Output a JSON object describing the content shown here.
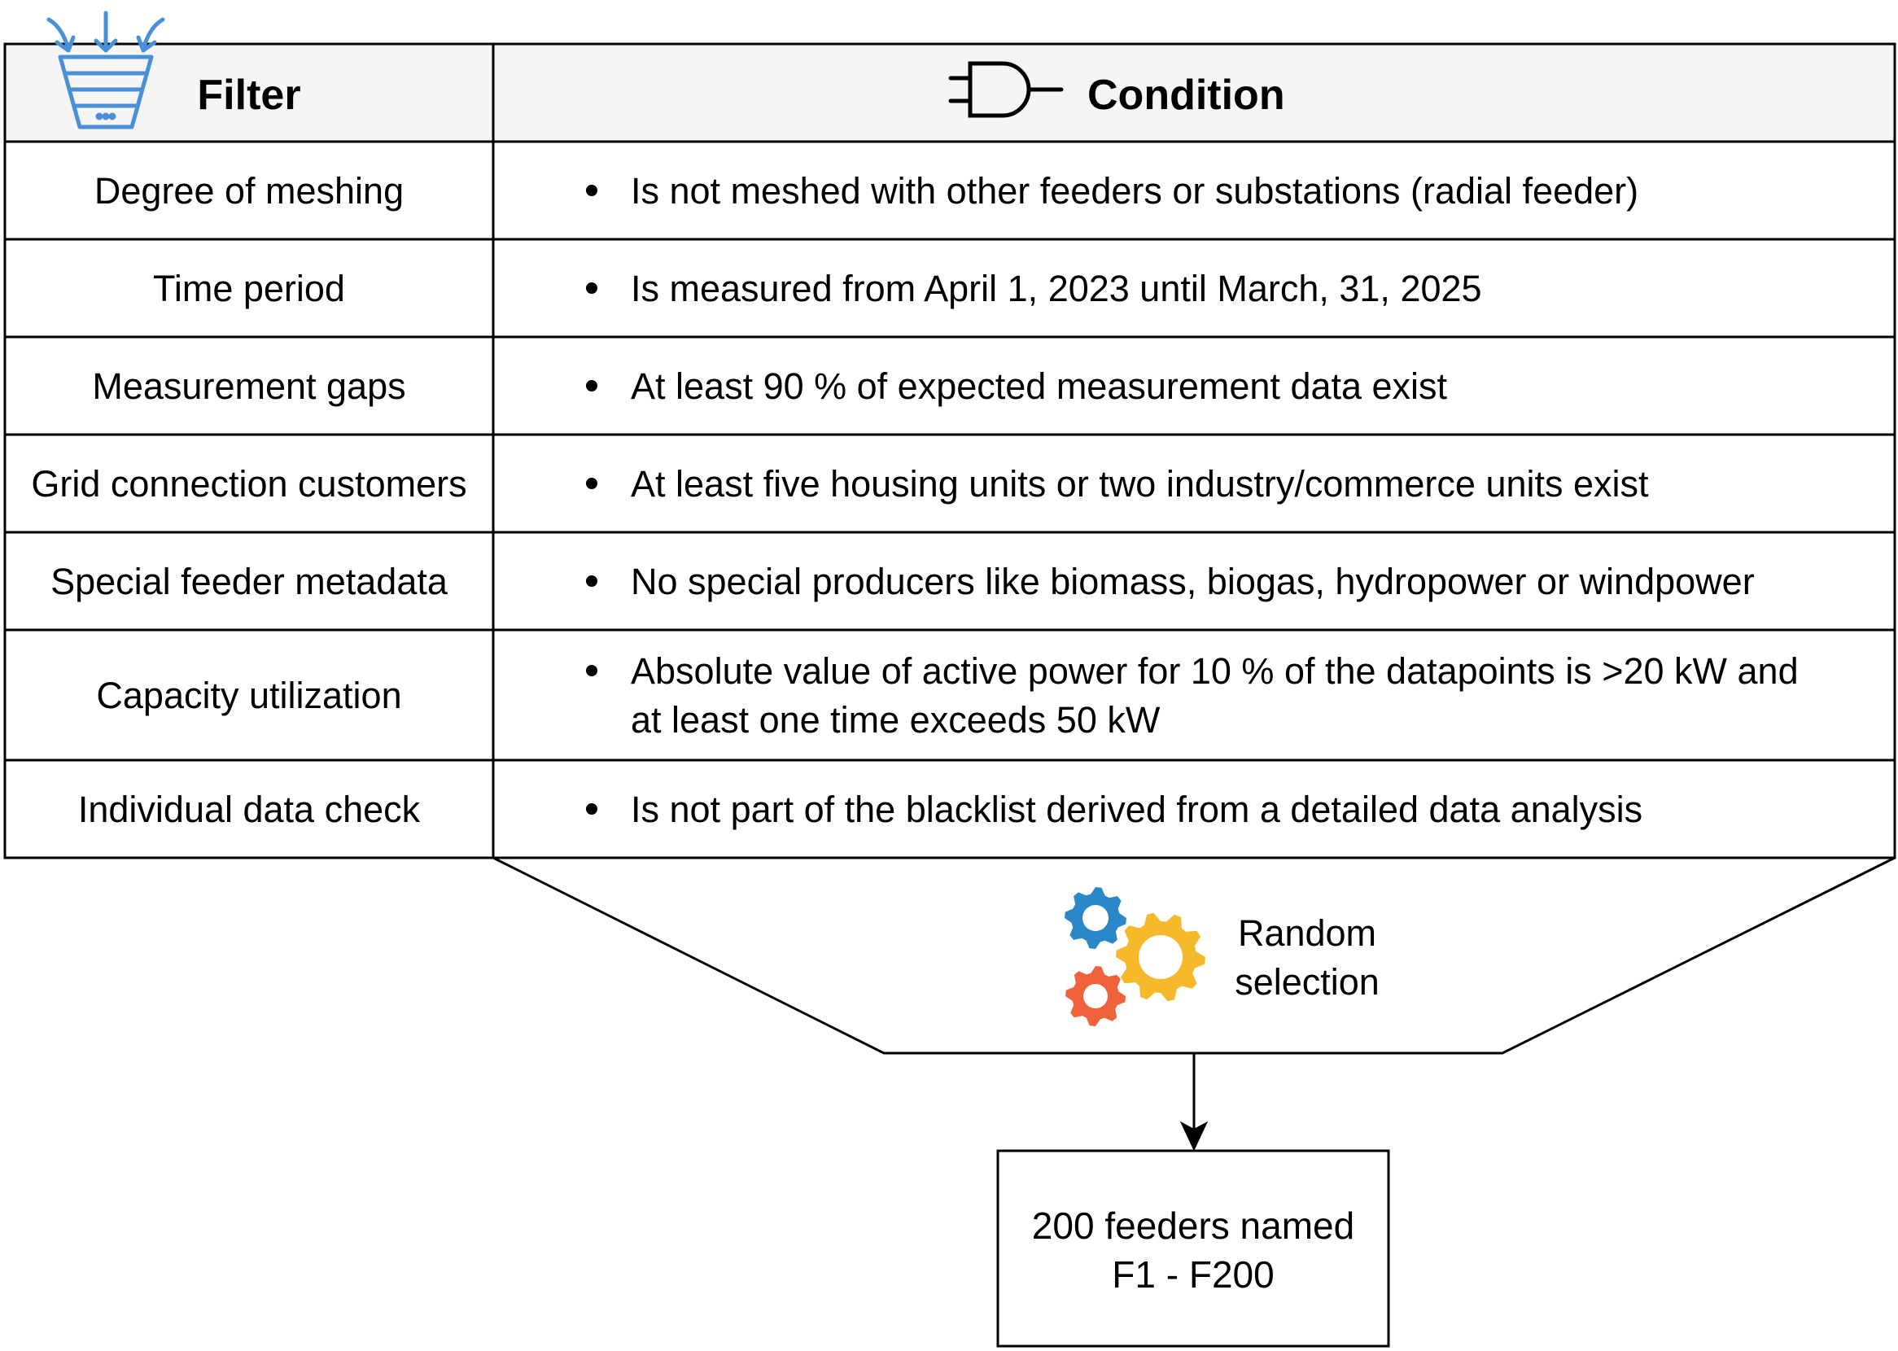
{
  "header": {
    "filter_title": "Filter",
    "condition_title": "Condition",
    "filter_icon": "funnel-icon",
    "condition_icon": "and-gate-icon"
  },
  "rows": [
    {
      "filter": "Degree of meshing",
      "conditions": [
        "Is not meshed with other feeders or substations (radial feeder)"
      ]
    },
    {
      "filter": "Time period",
      "conditions": [
        "Is measured from April 1, 2023 until March, 31, 2025"
      ]
    },
    {
      "filter": "Measurement gaps",
      "conditions": [
        "At least 90 % of expected measurement data exist"
      ]
    },
    {
      "filter": "Grid connection customers",
      "conditions": [
        "At least five housing units or two industry/commerce units exist"
      ]
    },
    {
      "filter": "Special feeder metadata",
      "conditions": [
        "No special producers like biomass, biogas, hydropower or windpower"
      ]
    },
    {
      "filter": "Capacity utilization",
      "conditions": [
        "Absolute value of active power for 10 % of the datapoints is >20 kW and",
        "at least one time exceeds 50 kW"
      ]
    },
    {
      "filter": "Individual data check",
      "conditions": [
        "Is not part of the blacklist derived from a detailed data analysis"
      ]
    }
  ],
  "selection": {
    "icon": "gears-icon",
    "label_lines": [
      "Random",
      "selection"
    ]
  },
  "result": {
    "label_lines": [
      "200 feeders named",
      "F1 - F200"
    ]
  },
  "colors": {
    "funnel_blue": "#4a90d9",
    "gear_blue": "#2a87c8",
    "gear_yellow": "#f6b92b",
    "gear_red": "#f0623c",
    "header_bg": "#f5f5f5",
    "line": "#000000"
  }
}
